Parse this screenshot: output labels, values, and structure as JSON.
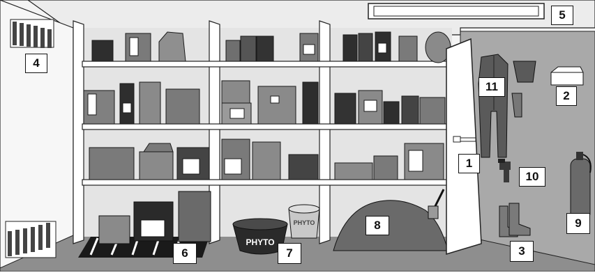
{
  "labels": {
    "l1": "1",
    "l2": "2",
    "l3": "3",
    "l4": "4",
    "l5": "5",
    "l6": "6",
    "l7": "7",
    "l8": "8",
    "l9": "9",
    "l10": "10",
    "l11": "11"
  },
  "text": {
    "bowl_label": "PHYTO",
    "bucket_label": "PHYTO"
  },
  "colors": {
    "wall": "#f2f2f2",
    "back_wall": "#dcdcdc",
    "floor": "#8c8c8c",
    "right_wall": "#a8a8a8",
    "shelf": "#ffffff",
    "container": "#8a8a8a",
    "dark_container": "#3a3a3a",
    "outline": "#1a1a1a"
  }
}
